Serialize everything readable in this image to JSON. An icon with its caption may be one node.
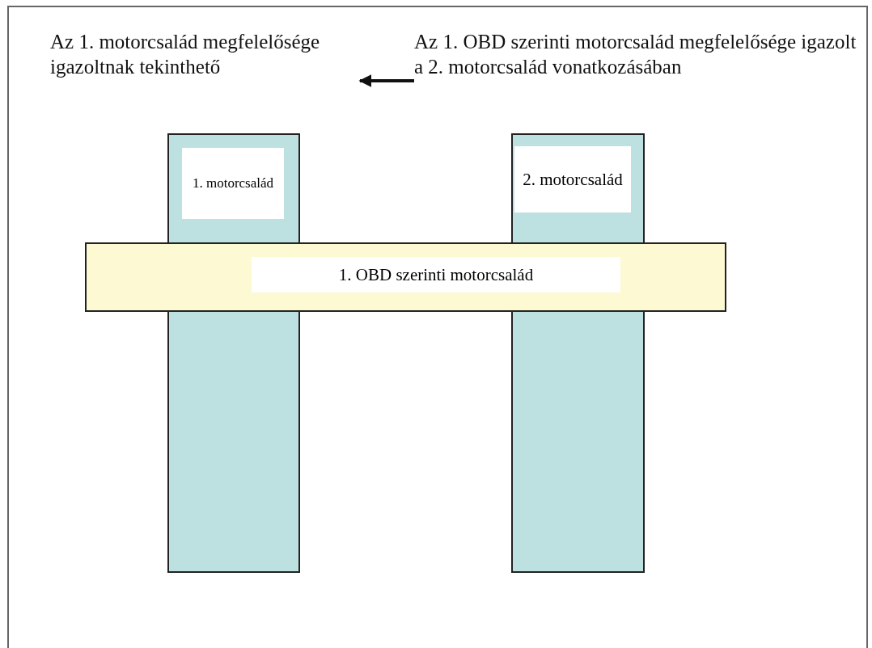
{
  "diagram": {
    "nodes": [
      {
        "text": [
          "Az 1. motorcsalád megfelelősége igazoltnak tekinthető"
        ]
      },
      {
        "text": [
          "Az 1. OBD szerinti motorcsalád megfelelősége igazolt a 2. motorcsalád vonatkozásában"
        ]
      },
      {
        "text": [
          "1. motorcsalád"
        ]
      },
      {
        "text": [
          "2. motorcsalád"
        ]
      },
      {
        "text": [
          "1. OBD szerinti motorcsalád"
        ]
      }
    ],
    "edges": [
      {
        "from": 1,
        "to": 0,
        "arrow": "to"
      }
    ]
  }
}
